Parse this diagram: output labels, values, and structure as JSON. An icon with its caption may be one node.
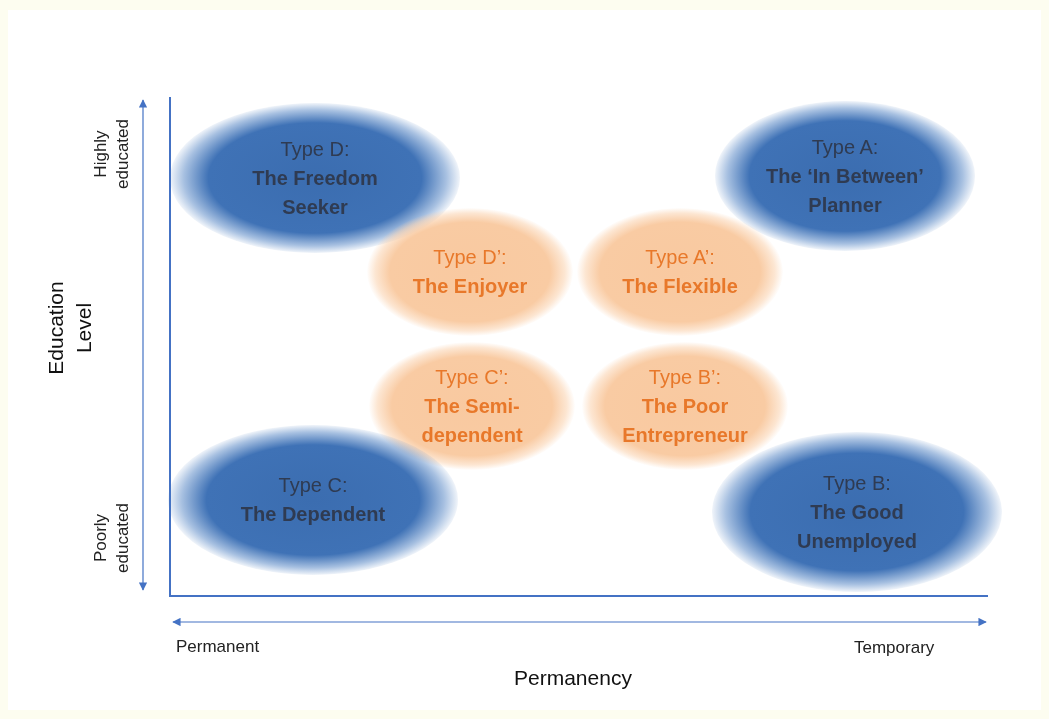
{
  "diagram": {
    "nodes": [
      {
        "text": [
          "Type D:",
          "The Freedom Seeker"
        ]
      },
      {
        "text": [
          "Type A:",
          "The ‘In Between’ Planner"
        ]
      },
      {
        "text": [
          "Type D’:",
          "The Enjoyer"
        ]
      },
      {
        "text": [
          "Type A’:",
          "The Flexible"
        ]
      },
      {
        "text": [
          "Type C’:",
          "The Semi-dependent"
        ]
      },
      {
        "text": [
          "Type B’:",
          "The Poor Entrepreneur"
        ]
      },
      {
        "text": [
          "Type C:",
          "The Dependent"
        ]
      },
      {
        "text": [
          "Type B:",
          "The Good Unemployed"
        ]
      }
    ],
    "labels": [
      "Highly educated",
      "Education Level",
      "Poorly educated",
      "Permanent",
      "Permanency",
      "Temporary"
    ]
  }
}
